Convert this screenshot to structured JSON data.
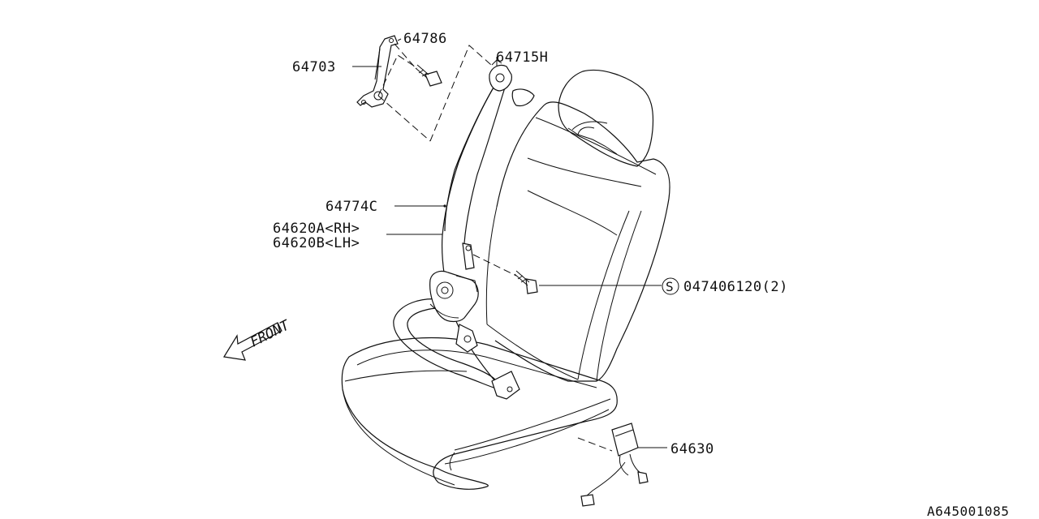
{
  "diagram": {
    "parts": [
      {
        "id": "64786",
        "label": "64786"
      },
      {
        "id": "64703",
        "label": "64703"
      },
      {
        "id": "64715H",
        "label": "64715H"
      },
      {
        "id": "64774C",
        "label": "64774C"
      },
      {
        "id": "64620A",
        "label": "64620A<RH>"
      },
      {
        "id": "64620B",
        "label": "64620B<LH>"
      },
      {
        "id": "047406120",
        "label": "047406120(2)",
        "symbol": "S"
      },
      {
        "id": "64630",
        "label": "64630"
      }
    ],
    "front_label": "FRONT",
    "reference_code": "A645001085"
  }
}
